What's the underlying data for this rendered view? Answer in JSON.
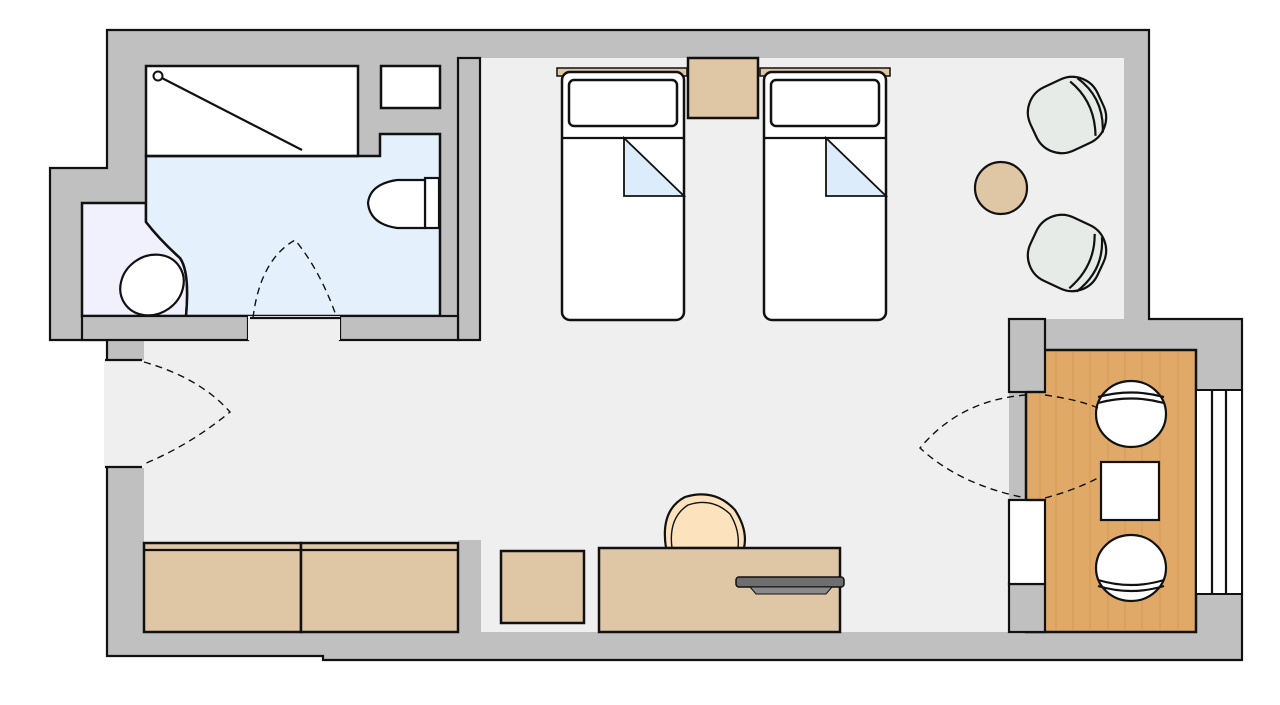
{
  "plan": {
    "colors": {
      "wall": "#c0c0c0",
      "floor": "#efefef",
      "bathroom_floor": "#e4f1fd",
      "toilet_room_floor": "#f1f1fd",
      "wood_floor": "#e0a968",
      "cabinet": "#dfc6a5",
      "round_table": "#dfc6a5",
      "lounge_chair": "#e6ebe8",
      "desk_chair": "#fde3bd",
      "bed_pillow_fold": "#dcecfb",
      "tv": "#6e6e6e"
    },
    "rooms": [
      "main-room",
      "bathroom",
      "toilet-room",
      "balcony"
    ],
    "beds": 2,
    "lounge_chairs": 2,
    "balcony_chairs": 2,
    "text_labels": []
  }
}
